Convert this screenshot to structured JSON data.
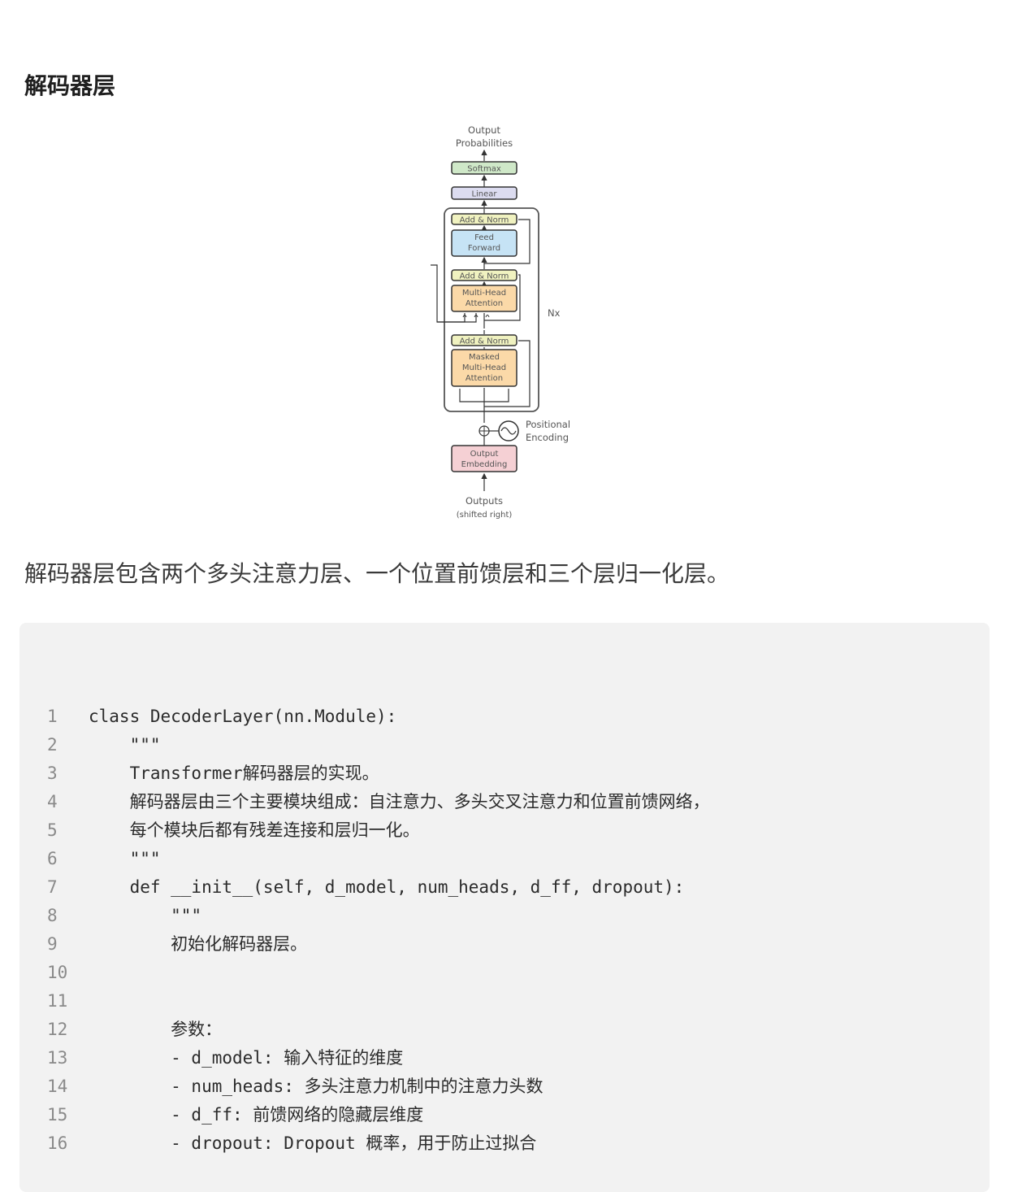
{
  "section": {
    "title": "解码器层",
    "paragraph": "解码器层包含两个多头注意力层、一个位置前馈层和三个层归一化层。"
  },
  "figure": {
    "output_probabilities": [
      "Output",
      "Probabilities"
    ],
    "softmax": "Softmax",
    "linear": "Linear",
    "add_norm": "Add & Norm",
    "feed_forward": [
      "Feed",
      "Forward"
    ],
    "multi_head_attention": [
      "Multi-Head",
      "Attention"
    ],
    "masked_multi_head_attention": [
      "Masked",
      "Multi-Head",
      "Attention"
    ],
    "nx": "Nx",
    "positional_encoding": [
      "Positional",
      "Encoding"
    ],
    "output_embedding": [
      "Output",
      "Embedding"
    ],
    "outputs": [
      "Outputs",
      "(shifted right)"
    ]
  },
  "code": {
    "lines": [
      {
        "no": "1",
        "text": "class DecoderLayer(nn.Module):"
      },
      {
        "no": "2",
        "text": "    \"\"\""
      },
      {
        "no": "3",
        "text": "    Transformer解码器层的实现。"
      },
      {
        "no": "4",
        "text": "    解码器层由三个主要模块组成：自注意力、多头交叉注意力和位置前馈网络，"
      },
      {
        "no": "5",
        "text": "    每个模块后都有残差连接和层归一化。"
      },
      {
        "no": "6",
        "text": "    \"\"\""
      },
      {
        "no": "7",
        "text": "    def __init__(self, d_model, num_heads, d_ff, dropout):"
      },
      {
        "no": "8",
        "text": "        \"\"\""
      },
      {
        "no": "9",
        "text": "        初始化解码器层。"
      },
      {
        "no": "10",
        "text": ""
      },
      {
        "no": "11",
        "text": ""
      },
      {
        "no": "12",
        "text": "        参数："
      },
      {
        "no": "13",
        "text": "        - d_model: 输入特征的维度"
      },
      {
        "no": "14",
        "text": "        - num_heads: 多头注意力机制中的注意力头数"
      },
      {
        "no": "15",
        "text": "        - d_ff: 前馈网络的隐藏层维度"
      },
      {
        "no": "16",
        "text": "        - dropout: Dropout 概率，用于防止过拟合"
      }
    ]
  },
  "colors": {
    "softmax_fill": "#cfe8c8",
    "linear_fill": "#dcdcf0",
    "add_norm_fill": "#f0f2c0",
    "feed_forward_fill": "#c6e3f5",
    "attention_fill": "#fbd9a8",
    "embedding_fill": "#f5d0d4",
    "code_background": "#f2f2f2"
  }
}
